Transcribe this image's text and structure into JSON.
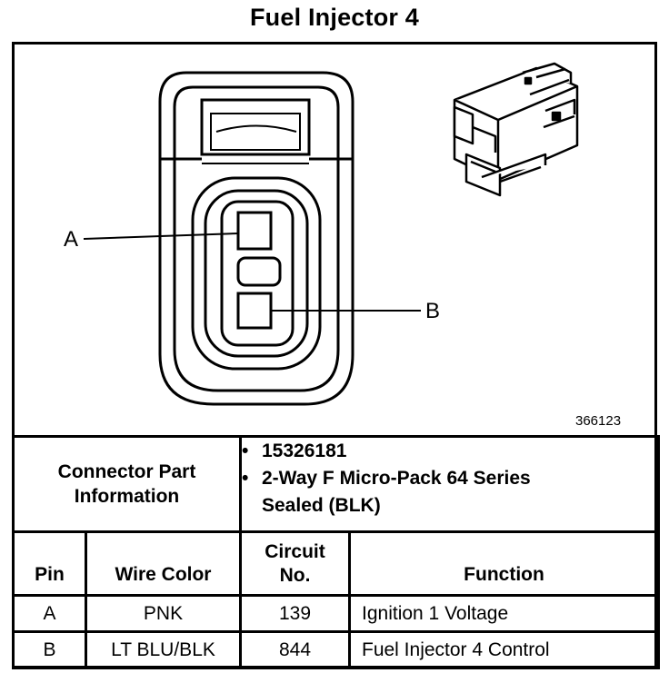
{
  "title": "Fuel Injector 4",
  "figure_number": "366123",
  "callouts": {
    "a": "A",
    "b": "B"
  },
  "connector": {
    "label_line1": "Connector Part",
    "label_line2": "Information",
    "bullets": [
      {
        "line1": "15326181",
        "line2": ""
      },
      {
        "line1": "2-Way F Micro-Pack 64 Series",
        "line2": "Sealed (BLK)"
      }
    ]
  },
  "table": {
    "headers": {
      "pin": "Pin",
      "wire_color": "Wire Color",
      "circuit_line1": "Circuit",
      "circuit_line2": "No.",
      "function": "Function"
    },
    "rows": [
      {
        "pin": "A",
        "wire_color": "PNK",
        "circuit": "139",
        "function": "Ignition 1 Voltage"
      },
      {
        "pin": "B",
        "wire_color": "LT BLU/BLK",
        "circuit": "844",
        "function": "Fuel Injector 4 Control"
      }
    ]
  }
}
